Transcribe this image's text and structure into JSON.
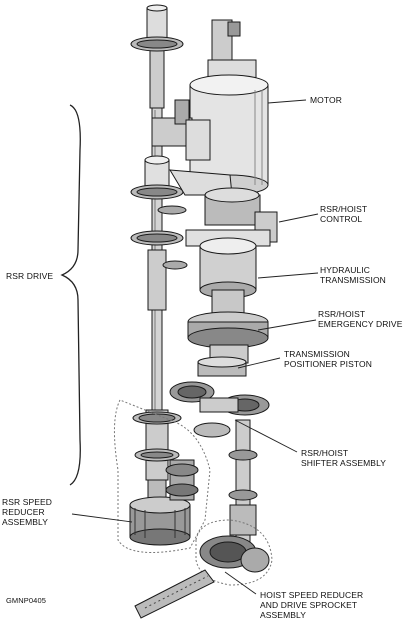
{
  "labels": {
    "motor": "MOTOR",
    "rsr_hoist_control": "RSR/HOIST\nCONTROL",
    "hydraulic_transmission": "HYDRAULIC\nTRANSMISSION",
    "rsr_drive": "RSR DRIVE",
    "rsr_hoist_emergency_drive": "RSR/HOIST\nEMERGENCY DRIVE",
    "transmission_positioner_piston": "TRANSMISSION\nPOSITIONER PISTON",
    "rsr_hoist_shifter_assembly": "RSR/HOIST\nSHIFTER ASSEMBLY",
    "rsr_speed_reducer_assembly": "RSR SPEED\nREDUCER\nASSEMBLY",
    "drawing_code": "GMNP0405",
    "hoist_speed_reducer": "HOIST SPEED REDUCER\nAND DRIVE SPROCKET\nASSEMBLY"
  }
}
